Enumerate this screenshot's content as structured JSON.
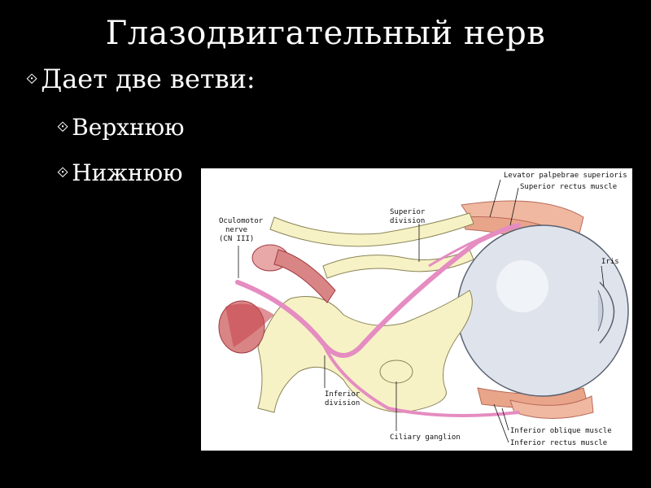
{
  "slide": {
    "title": "Глазодвигательный нерв",
    "bullets": [
      {
        "text": "Дает две ветви:"
      },
      {
        "text": "Верхнюю"
      },
      {
        "text": "Нижнюю"
      }
    ]
  },
  "figure": {
    "labels": {
      "oculomotor_1": "Oculomotor",
      "oculomotor_2": "nerve",
      "oculomotor_3": "(CN III)",
      "superior_division_1": "Superior",
      "superior_division_2": "division",
      "levator": "Levator palpebrae superioris",
      "superior_rectus": "Superior rectus muscle",
      "iris": "Iris",
      "inferior_division_1": "Inferior",
      "inferior_division_2": "division",
      "ciliary_ganglion": "Ciliary ganglion",
      "inferior_oblique": "Inferior oblique muscle",
      "inferior_rectus": "Inferior rectus muscle"
    }
  },
  "colors": {
    "background": "#000000",
    "text": "#ffffff",
    "nerve": "#e58cc1",
    "bone": "#f7f2c6",
    "artery": "#c84a52",
    "eyeball": "#dfe4ec",
    "muscle": "#e9a58a"
  },
  "icons": {
    "bullet_marker": "diamond-dot-icon"
  }
}
